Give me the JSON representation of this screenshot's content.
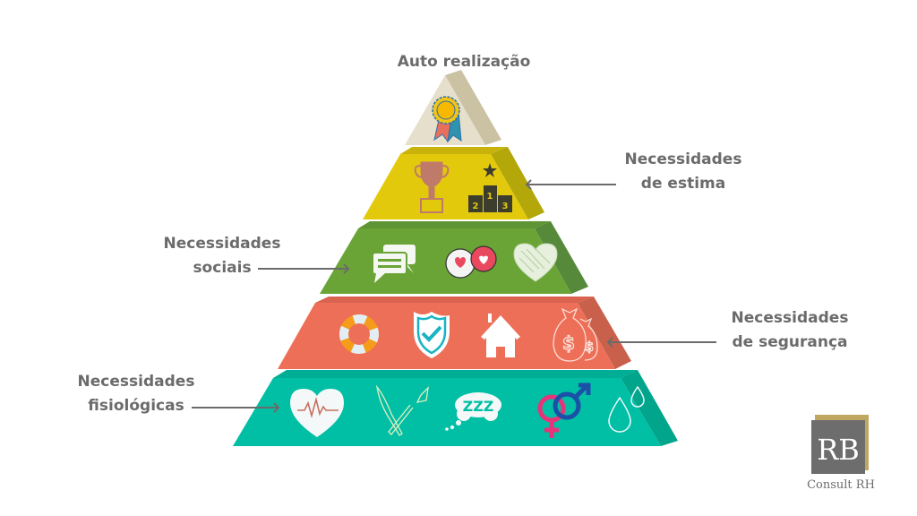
{
  "levels": [
    {
      "key": "top",
      "label_lines": [
        "Auto realização"
      ],
      "color": "#e6dfcc",
      "side": "#cbc2a3",
      "icons": [
        "award-medal-icon"
      ]
    },
    {
      "key": "esteem",
      "label_lines": [
        "Necessidades",
        "de estima"
      ],
      "color": "#e3c90c",
      "side": "#b3a70a",
      "icons": [
        "trophy-icon",
        "podium-icon"
      ]
    },
    {
      "key": "social",
      "label_lines": [
        "Necessidades",
        "sociais"
      ],
      "color": "#6aa436",
      "side": "#568a3a",
      "icons": [
        "chat-bubbles-icon",
        "love-chat-icon",
        "heart-icon"
      ]
    },
    {
      "key": "safety",
      "label_lines": [
        "Necessidades",
        "de segurança"
      ],
      "color": "#ee6f58",
      "side": "#c9604b",
      "icons": [
        "lifebuoy-icon",
        "shield-check-icon",
        "house-icon",
        "money-bags-icon"
      ]
    },
    {
      "key": "physio",
      "label_lines": [
        "Necessidades",
        "fisiológicas"
      ],
      "color": "#00bfa5",
      "side": "#00a58c",
      "icons": [
        "heartbeat-icon",
        "knife-fork-icon",
        "sleep-zzz-icon",
        "gender-symbols-icon",
        "water-drops-icon"
      ]
    }
  ],
  "sleep_text": "ZZZ",
  "podium_numbers": [
    "1",
    "2",
    "3"
  ],
  "logo": {
    "monogram": "RB",
    "caption": "Consult RH",
    "box_color": "#6d6d6d",
    "accent": "#bfa760"
  },
  "label_color": "#6b6b6b"
}
